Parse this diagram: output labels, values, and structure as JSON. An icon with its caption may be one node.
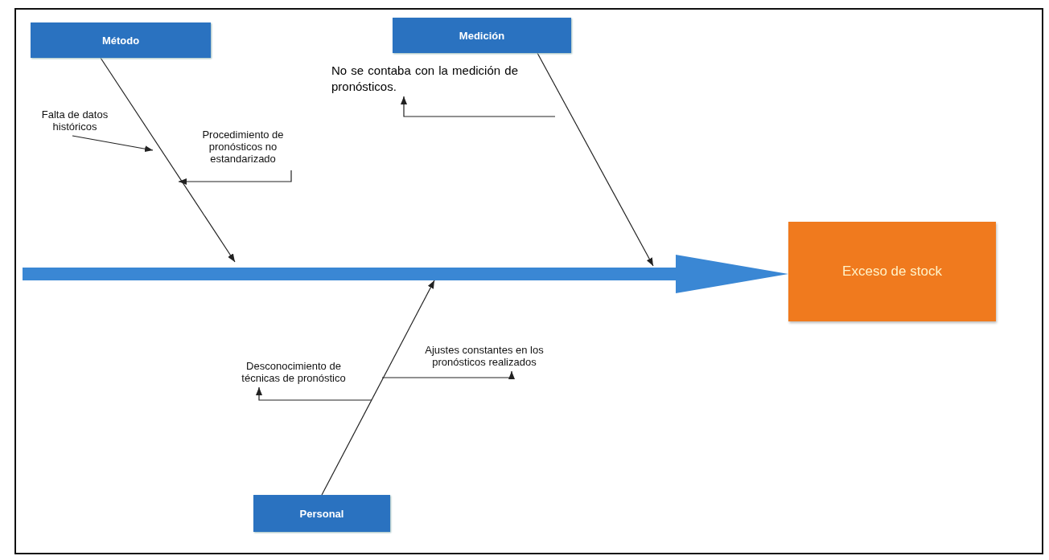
{
  "diagram": {
    "nodes": [
      {
        "text": [
          "Método"
        ]
      },
      {
        "text": [
          "Medición"
        ]
      },
      {
        "text": [
          "Personal"
        ]
      },
      {
        "text": [
          "Exceso de stock"
        ]
      },
      {
        "text": [
          "Falta de datos históricos"
        ]
      },
      {
        "text": [
          "Procedimiento de pronósticos no estandarizado"
        ]
      },
      {
        "text": [
          "No se contaba con la medición de pronósticos."
        ]
      },
      {
        "text": [
          "Desconocimiento de técnicas de pronóstico"
        ]
      },
      {
        "text": [
          "Ajustes constantes en los pronósticos realizados"
        ]
      }
    ],
    "edges": [
      {
        "from": null,
        "to": 3,
        "arrow": "to",
        "style": "thick",
        "color": "#3a87d4"
      },
      {
        "from": 0,
        "to": null,
        "arrow": "to"
      },
      {
        "from": 1,
        "to": null,
        "arrow": "to"
      },
      {
        "from": 2,
        "to": null,
        "arrow": "to"
      },
      {
        "from": 4,
        "to": null,
        "arrow": "to"
      },
      {
        "from": 5,
        "to": null,
        "arrow": "to"
      },
      {
        "from": null,
        "to": 6,
        "arrow": "to"
      },
      {
        "from": null,
        "to": 7,
        "arrow": "to"
      },
      {
        "from": null,
        "to": 8,
        "arrow": "to"
      }
    ]
  }
}
